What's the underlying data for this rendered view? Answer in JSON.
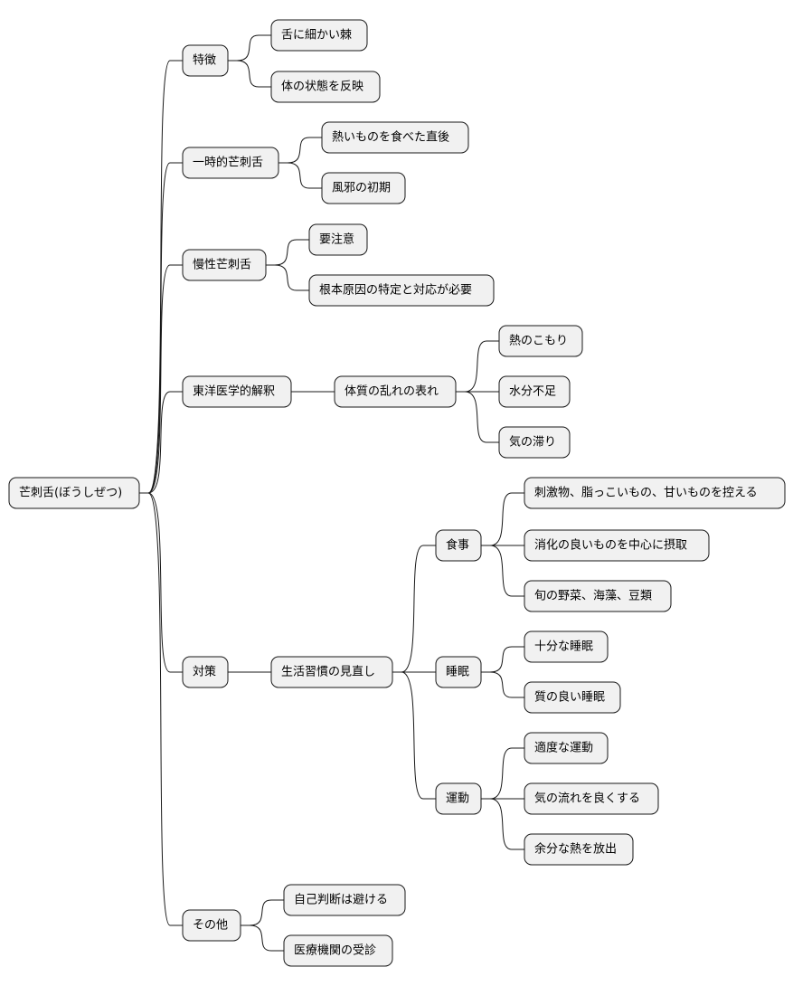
{
  "mindmap": {
    "root": {
      "label": "芒刺舌(ぼうしぜつ)",
      "children": [
        {
          "label": "特徴",
          "children": [
            {
              "label": "舌に細かい棘"
            },
            {
              "label": "体の状態を反映"
            }
          ]
        },
        {
          "label": "一時的芒刺舌",
          "children": [
            {
              "label": "熱いものを食べた直後"
            },
            {
              "label": "風邪の初期"
            }
          ]
        },
        {
          "label": "慢性芒刺舌",
          "children": [
            {
              "label": "要注意"
            },
            {
              "label": "根本原因の特定と対応が必要"
            }
          ]
        },
        {
          "label": "東洋医学的解釈",
          "children": [
            {
              "label": "体質の乱れの表れ",
              "children": [
                {
                  "label": "熱のこもり"
                },
                {
                  "label": "水分不足"
                },
                {
                  "label": "気の滞り"
                }
              ]
            }
          ]
        },
        {
          "label": "対策",
          "children": [
            {
              "label": "生活習慣の見直し",
              "children": [
                {
                  "label": "食事",
                  "children": [
                    {
                      "label": "刺激物、脂っこいもの、甘いものを控える"
                    },
                    {
                      "label": "消化の良いものを中心に摂取"
                    },
                    {
                      "label": "旬の野菜、海藻、豆類"
                    }
                  ]
                },
                {
                  "label": "睡眠",
                  "children": [
                    {
                      "label": "十分な睡眠"
                    },
                    {
                      "label": "質の良い睡眠"
                    }
                  ]
                },
                {
                  "label": "運動",
                  "children": [
                    {
                      "label": "適度な運動"
                    },
                    {
                      "label": "気の流れを良くする"
                    },
                    {
                      "label": "余分な熱を放出"
                    }
                  ]
                }
              ]
            }
          ]
        },
        {
          "label": "その他",
          "children": [
            {
              "label": "自己判断は避ける"
            },
            {
              "label": "医療機関の受診"
            }
          ]
        }
      ]
    }
  }
}
